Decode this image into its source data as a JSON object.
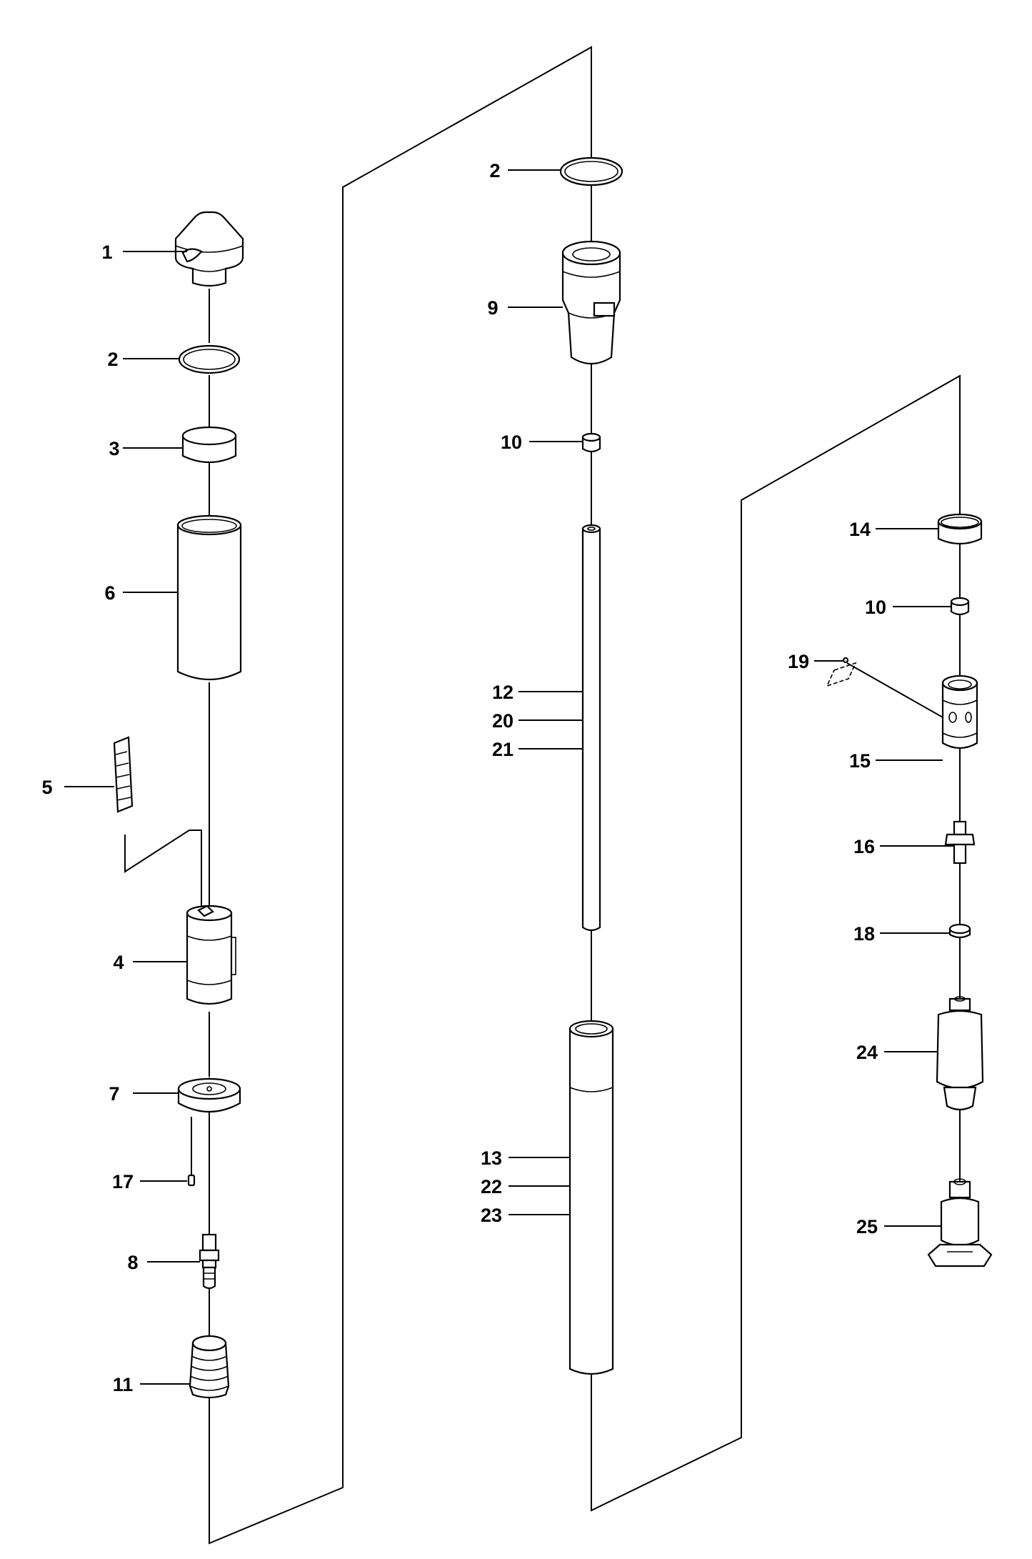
{
  "callouts": [
    {
      "id": "c1",
      "text": "1"
    },
    {
      "id": "c2a",
      "text": "2"
    },
    {
      "id": "c3",
      "text": "3"
    },
    {
      "id": "c6",
      "text": "6"
    },
    {
      "id": "c5",
      "text": "5"
    },
    {
      "id": "c4",
      "text": "4"
    },
    {
      "id": "c7",
      "text": "7"
    },
    {
      "id": "c17",
      "text": "17"
    },
    {
      "id": "c8",
      "text": "8"
    },
    {
      "id": "c11",
      "text": "11"
    },
    {
      "id": "c2b",
      "text": "2"
    },
    {
      "id": "c9",
      "text": "9"
    },
    {
      "id": "c10a",
      "text": "10"
    },
    {
      "id": "c12",
      "text": "12"
    },
    {
      "id": "c20",
      "text": "20"
    },
    {
      "id": "c21",
      "text": "21"
    },
    {
      "id": "c13",
      "text": "13"
    },
    {
      "id": "c22",
      "text": "22"
    },
    {
      "id": "c23",
      "text": "23"
    },
    {
      "id": "c14",
      "text": "14"
    },
    {
      "id": "c10b",
      "text": "10"
    },
    {
      "id": "c19",
      "text": "19"
    },
    {
      "id": "c15",
      "text": "15"
    },
    {
      "id": "c16",
      "text": "16"
    },
    {
      "id": "c18",
      "text": "18"
    },
    {
      "id": "c24",
      "text": "24"
    },
    {
      "id": "c25",
      "text": "25"
    }
  ]
}
